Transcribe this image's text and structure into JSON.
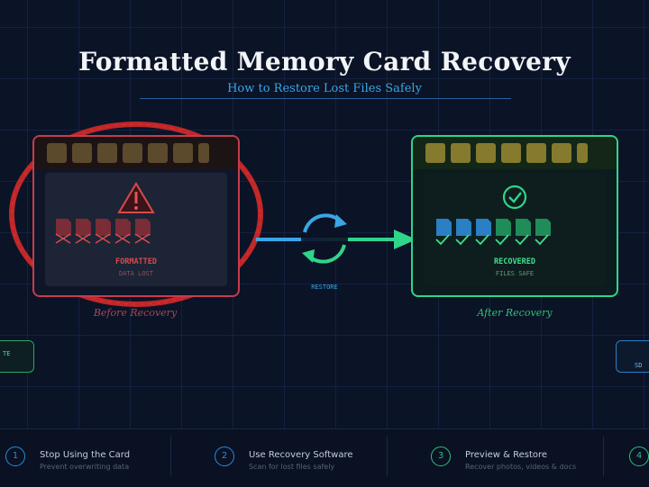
{
  "header": {
    "title": "Formatted Memory Card Recovery",
    "subtitle": "How to Restore Lost Files Safely"
  },
  "before_card": {
    "state_label": "FORMATTED",
    "state_sub": "DATA LOST",
    "caption": "Before Recovery",
    "file_count": 5,
    "accent": "#c73b4c",
    "icons": [
      "warning-icon",
      "corrupted-file-icon"
    ]
  },
  "after_card": {
    "state_label": "RECOVERED",
    "state_sub": "FILES SAFE",
    "caption": "After Recovery",
    "file_count": 6,
    "accent": "#2fd58a",
    "icons": [
      "check-circle-icon",
      "file-icon",
      "check-icon"
    ]
  },
  "restore": {
    "label": "RESTORE",
    "icon": "restore-cycle-icon",
    "accent": "#39a6e6"
  },
  "side_badges": {
    "left_text": "TE",
    "right_text": "SD"
  },
  "steps": [
    {
      "number": "1",
      "title": "Stop Using the Card",
      "desc": "Prevent overwriting data",
      "color": "#2a8ad8"
    },
    {
      "number": "2",
      "title": "Use Recovery Software",
      "desc": "Scan for lost files safely",
      "color": "#2a8ad8"
    },
    {
      "number": "3",
      "title": "Preview & Restore",
      "desc": "Recover photos, videos & docs",
      "color": "#2fbe78"
    },
    {
      "number": "4",
      "title": "",
      "desc": "",
      "color": "#2fbe78"
    }
  ]
}
